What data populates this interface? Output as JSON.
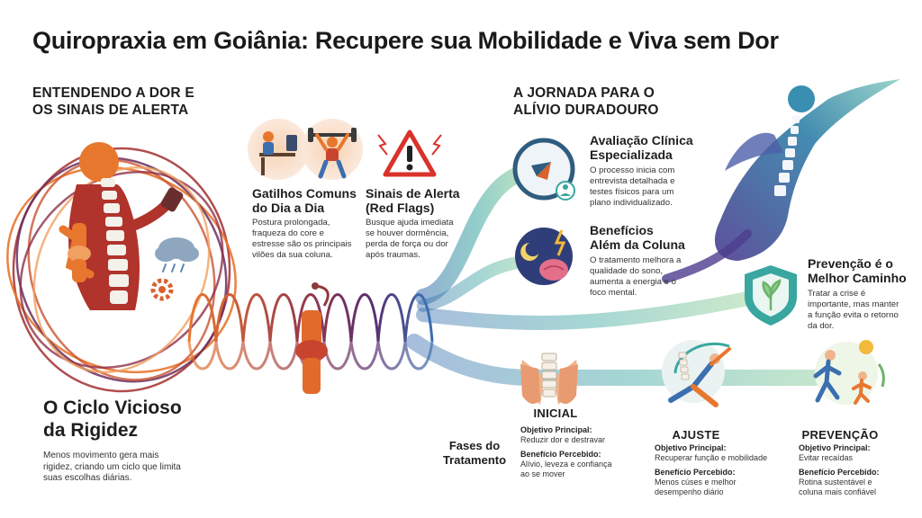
{
  "title": "Quiropraxia em Goiânia: Recupere sua Mobilidade e Viva sem Dor",
  "left_section": {
    "heading_line1": "ENTENDENDO A DOR E",
    "heading_line2": "OS SINAIS DE ALERTA",
    "triggers": {
      "title_line1": "Gatilhos Comuns",
      "title_line2": "do Dia a Dia",
      "text_lines": [
        "Postura prolongada,",
        "fraqueza do core e",
        "estresse são os principais",
        "vilões da sua coluna."
      ]
    },
    "alerts": {
      "title_line1": "Sinais de Alerta",
      "title_line2": "(Red Flags)",
      "text_lines": [
        "Busque ajuda imediata",
        "se houver dormência,",
        "perda de força ou dor",
        "após traumas."
      ]
    },
    "cycle": {
      "title_line1": "O Ciclo Vicioso",
      "title_line2": "da Rigidez",
      "text_lines": [
        "Menos movimento gera mais",
        "rigidez, criando um ciclo que limita",
        "suas escolhas diárias."
      ]
    }
  },
  "right_section": {
    "heading_line1": "A JORNADA PARA O",
    "heading_line2": "ALÍVIO DURADOURO",
    "evaluation": {
      "title_line1": "Avaliação Clínica",
      "title_line2": "Especializada",
      "text_lines": [
        "O processo inicia com",
        "entrevista detalhada e",
        "testes físicos para um",
        "plano individualizado."
      ]
    },
    "benefits": {
      "title_line1": "Benefícios",
      "title_line2": "Além da Coluna",
      "text_lines": [
        "O tratamento melhora a",
        "qualidade do sono,",
        "aumenta a energia e o",
        "foco mental."
      ]
    },
    "prevention": {
      "title_line1": "Prevenção é o",
      "title_line2": "Melhor Caminho",
      "text_lines": [
        "Tratar a crise é",
        "importante, mas manter",
        "a função evita o retorno",
        "da dor."
      ]
    }
  },
  "phases": {
    "label_line1": "Fases do",
    "label_line2": "Tratamento",
    "items": [
      {
        "name": "INICIAL",
        "objective_label": "Objetivo Principal:",
        "objective_text": "Reduzir dor e destravar",
        "benefit_label": "Benefício Percebido:",
        "benefit_lines": [
          "Alívio, leveza e confiança",
          "ao se mover"
        ]
      },
      {
        "name": "AJUSTE",
        "objective_label": "Objetivo Principal:",
        "objective_text": "Recuperar função e mobilidade",
        "benefit_label": "Benefício Percebido:",
        "benefit_lines": [
          "Menos cúses e melhor",
          "desempenho diário"
        ]
      },
      {
        "name": "PREVENÇÃO",
        "objective_label": "Objetivo Principal:",
        "objective_text": "Evitar recaídas",
        "benefit_label": "Benefício Percebido:",
        "benefit_lines": [
          "Rotina sustentável e",
          "coluna mais confiável"
        ]
      }
    ]
  },
  "colors": {
    "warm_orange": "#e8772e",
    "warm_red": "#b0332c",
    "deep_purple": "#5a2d6e",
    "teal": "#3aa6a0",
    "blue": "#3b6fb0",
    "green": "#6bb36a",
    "alert_red": "#d8322b"
  },
  "icons": [
    "desk-worker-icon",
    "weightlifter-icon",
    "warning-triangle-icon",
    "compass-clipboard-icon",
    "moon-brain-icon",
    "shield-leaf-icon",
    "hands-spine-icon",
    "yoga-stretch-icon",
    "runners-icon",
    "storm-cloud-icon",
    "gear-icon",
    "knee-joint-icon",
    "spine-figure-icon",
    "flying-figure-icon"
  ]
}
